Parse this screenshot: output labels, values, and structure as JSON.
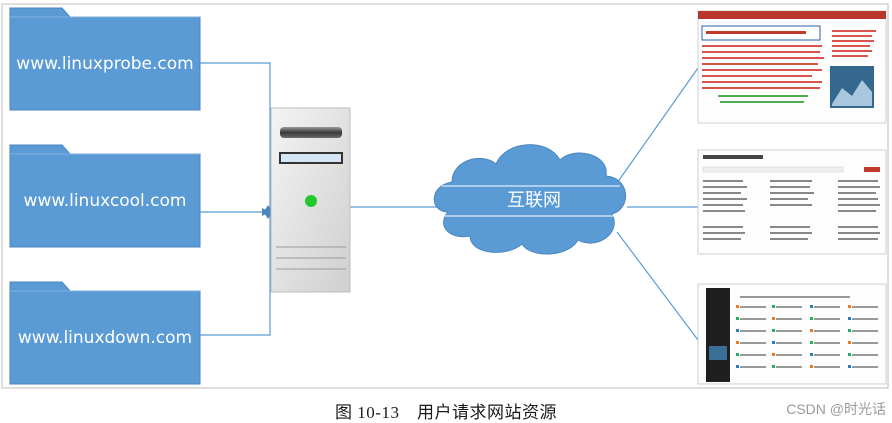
{
  "sites": [
    {
      "label": "www.linuxprobe.com"
    },
    {
      "label": "www.linuxcool.com"
    },
    {
      "label": "www.linuxdown.com"
    }
  ],
  "cloud": {
    "label": "互联网"
  },
  "caption": "图 10-13　用户请求网站资源",
  "watermark": "CSDN @时光话",
  "colors": {
    "folder_fill": "#5b9bd5",
    "folder_stroke": "#4a86c0",
    "line": "#5b9bd5",
    "led": "#22c92e"
  }
}
